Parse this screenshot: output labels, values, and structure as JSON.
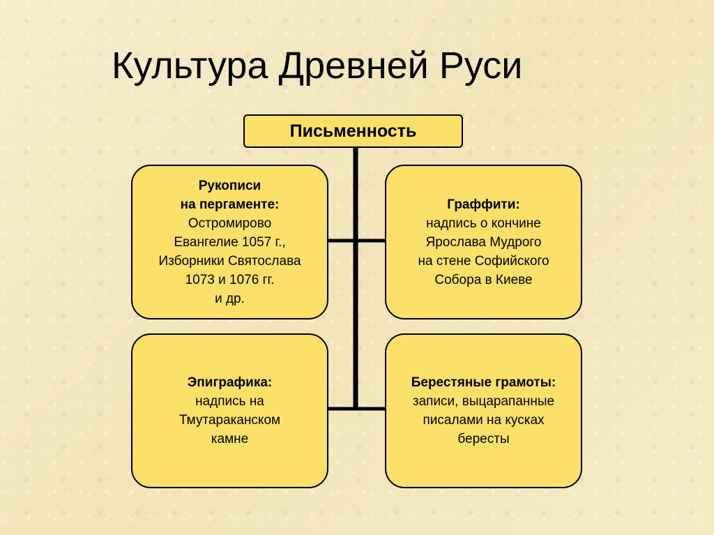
{
  "title": "Культура Древней Руси",
  "root": {
    "label": "Письменность"
  },
  "nodes": [
    {
      "heading": "Рукописи\nна пергаменте:",
      "text": "Остромирово\nЕвангелие 1057 г.,\nИзборники Святослава\n1073 и 1076 гг.\nи др."
    },
    {
      "heading": "Граффити:",
      "text": "надпись о кончине\nЯрослава Мудрого\nна стене Софийского\nСобора в Киеве"
    },
    {
      "heading": "Эпиграфика:",
      "text": "надпись на\nТмутараканском\nкамне"
    },
    {
      "heading": "Берестяные грамоты:",
      "text": "записи, выцарапанные\nписалами на кусках\nбересты"
    }
  ],
  "colors": {
    "box_fill": "#fbe06a",
    "connector": "#000000",
    "background": "#f4e9c4"
  }
}
